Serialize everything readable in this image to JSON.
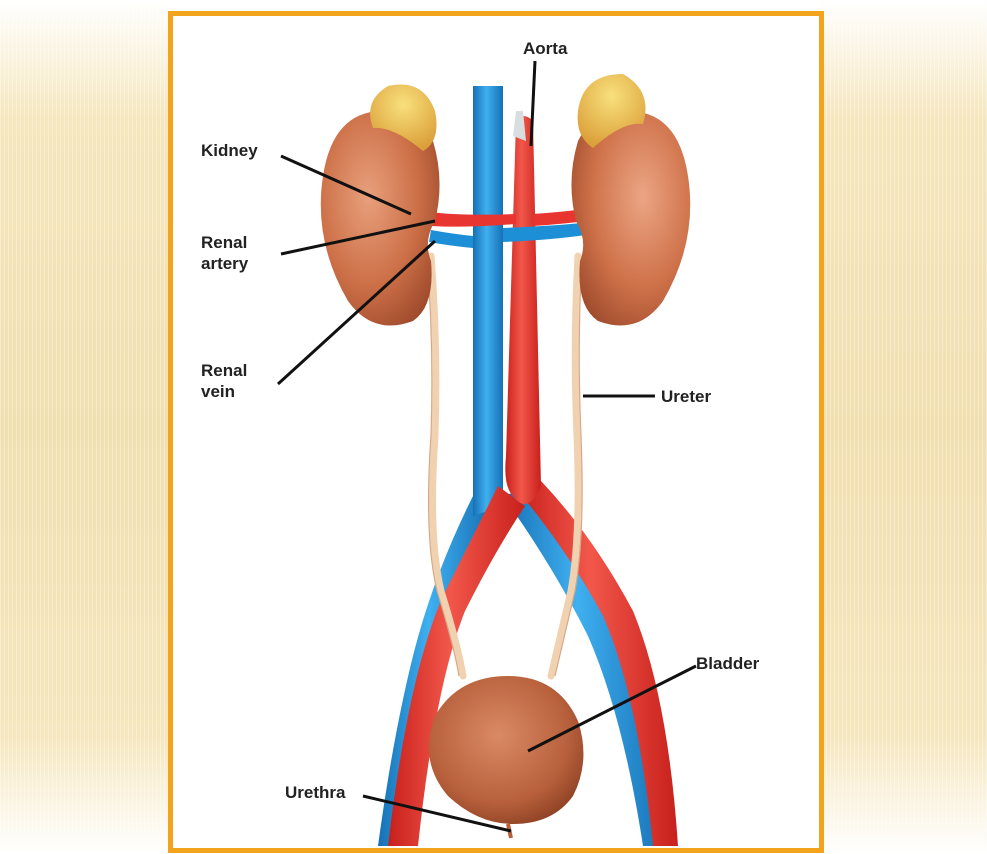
{
  "labels": {
    "kidney": "Kidney",
    "renal_artery": "Renal\nartery",
    "renal_vein": "Renal\nvein",
    "aorta": "Aorta",
    "ureter": "Ureter",
    "bladder": "Bladder",
    "urethra": "Urethra"
  },
  "colors": {
    "frame": "#f2a51c",
    "background_band": "#f3e2b6",
    "artery": "#e8352f",
    "vein": "#1c8fd6",
    "organ": "#c9704a",
    "adrenal": "#f0c24a",
    "ureter": "#f1d2b0"
  }
}
